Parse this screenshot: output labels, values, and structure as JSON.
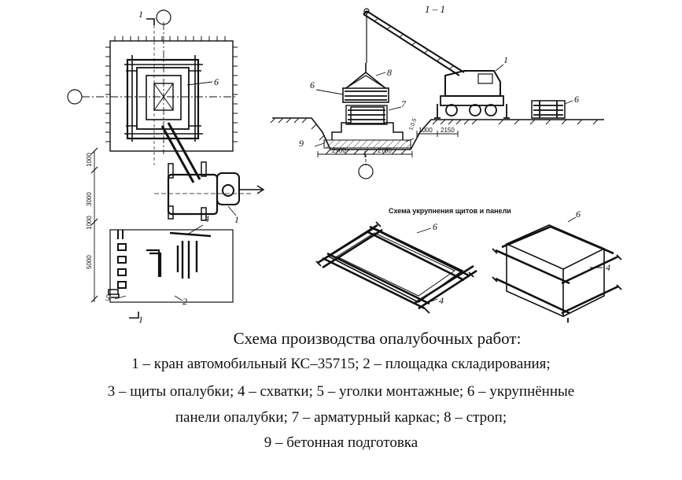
{
  "caption": {
    "title": "Схема производства опалубочных работ:",
    "lines": [
      "1 – кран автомобильный КС–35715; 2 – площадка складирования;",
      "3 – щиты опалубки; 4 – схватки; 5 – уголки монтажные; 6 – укрупнённые",
      "панели опалубки; 7 – арматурный каркас; 8 – строп;",
      "9 – бетонная подготовка"
    ]
  },
  "plan": {
    "section_mark": "1",
    "labels": {
      "panel": "6",
      "crane": "1",
      "angles": "5",
      "yard": "2",
      "clamps": "4"
    },
    "dims": {
      "d1": "1000",
      "d2": "3000",
      "d3": "1000",
      "d4": "5000"
    }
  },
  "section": {
    "title": "1 – 1",
    "labels": {
      "crane": "1",
      "sling": "8",
      "panel_left": "6",
      "frame": "7",
      "panel_right": "6",
      "bedding": "9",
      "slope": "1:0.5"
    },
    "dims": {
      "d_left": "2700",
      "d_right": "2700",
      "d_crane_a": "1000",
      "d_crane_b": "2150"
    }
  },
  "stiffening": {
    "title": "Схема укрупнения щитов и панели",
    "labels": {
      "frame_panel": "6",
      "frame_clamp": "4",
      "box_panel": "6",
      "box_clamp": "4"
    }
  }
}
